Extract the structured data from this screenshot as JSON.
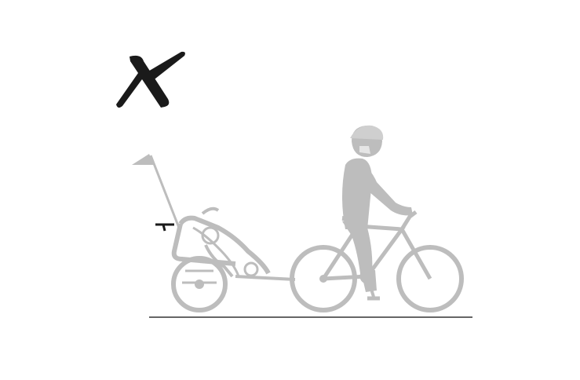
{
  "illustration": {
    "mark_icon": "x-cross-icon",
    "meaning": "incorrect",
    "colors": {
      "mark": "#1a1a1a",
      "figure": "#bdbdbd",
      "figure_detail": "#9e9e9e",
      "ground": "#333333",
      "background": "#ffffff"
    },
    "objects": [
      "child-trailer",
      "trailer-flag",
      "cyclist",
      "bicycle",
      "ground-line"
    ]
  }
}
